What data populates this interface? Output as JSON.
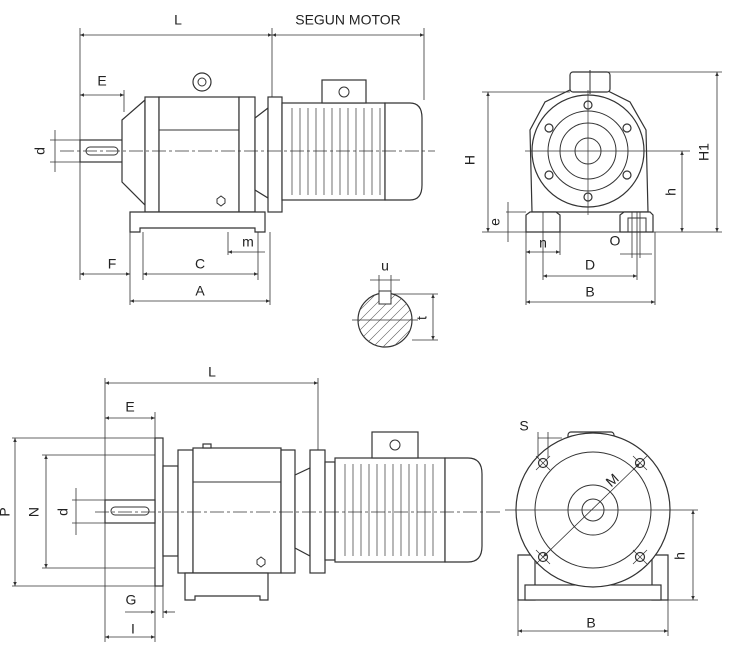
{
  "title": "SEGUN MOTOR",
  "side_view": {
    "L": "L",
    "E": "E",
    "d": "d",
    "F": "F",
    "C": "C",
    "m": "m",
    "A": "A"
  },
  "end_view": {
    "H": "H",
    "H1": "H1",
    "h": "h",
    "e": "e",
    "n": "n",
    "D": "D",
    "O": "O",
    "B": "B"
  },
  "key_section": {
    "u": "u",
    "t": "t"
  },
  "flange_view": {
    "L": "L",
    "E": "E",
    "P": "P",
    "N": "N",
    "d": "d",
    "G": "G",
    "I": "I"
  },
  "flange_end_view": {
    "S": "S",
    "M": "M",
    "B": "B",
    "h": "h"
  },
  "colors": {
    "line": "#333333",
    "background": "#ffffff"
  }
}
